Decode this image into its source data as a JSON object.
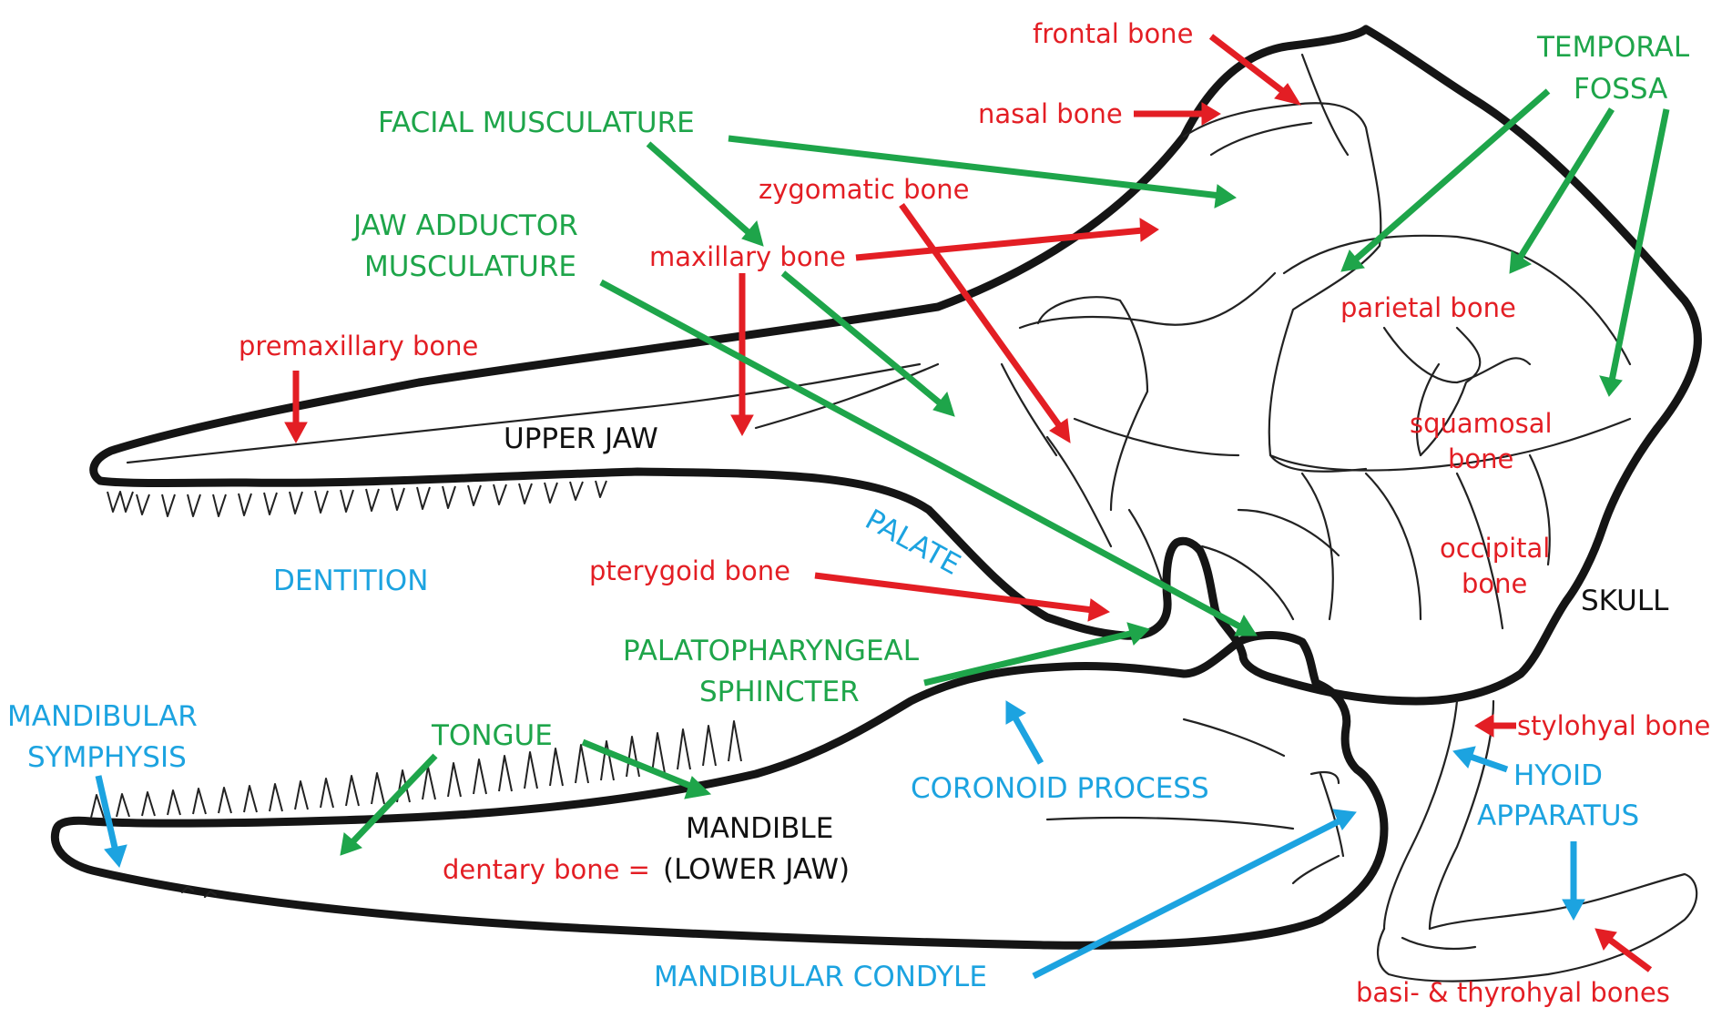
{
  "colors": {
    "red": "#e31e24",
    "green": "#1ea54a",
    "blue": "#1ca3e0",
    "black": "#111111",
    "outline": "#151515"
  },
  "labels": {
    "frontal_bone": "frontal bone",
    "nasal_bone": "nasal bone",
    "zygomatic_bone": "zygomatic bone",
    "maxillary_bone": "maxillary bone",
    "premaxillary_bone": "premaxillary bone",
    "pterygoid_bone": "pterygoid bone",
    "parietal_bone": "parietal bone",
    "squamosal_bone_1": "squamosal",
    "squamosal_bone_2": "bone",
    "occipital_bone_1": "occipital",
    "occipital_bone_2": "bone",
    "stylohyal_bone": "stylohyal bone",
    "basi_thyrohyal_bones": "basi- &  thyrohyal bones",
    "dentary_bone": "dentary bone =",
    "temporal_fossa_1": "TEMPORAL",
    "temporal_fossa_2": "FOSSA",
    "facial_musculature": "FACIAL MUSCULATURE",
    "jaw_adductor_1": "JAW ADDUCTOR",
    "jaw_adductor_2": "MUSCULATURE",
    "palatopharyngeal_1": "PALATOPHARYNGEAL",
    "palatopharyngeal_2": "SPHINCTER",
    "tongue": "TONGUE",
    "upper_jaw": "UPPER JAW",
    "skull": "SKULL",
    "mandible_1": "MANDIBLE",
    "mandible_2": "(LOWER JAW)",
    "palate": "PALATE",
    "dentition": "DENTITION",
    "mandibular_symphysis_1": "MANDIBULAR",
    "mandibular_symphysis_2": "SYMPHYSIS",
    "coronoid_process": "CORONOID PROCESS",
    "hyoid_apparatus_1": "HYOID",
    "hyoid_apparatus_2": "APPARATUS",
    "mandibular_condyle": "MANDIBULAR CONDYLE"
  }
}
